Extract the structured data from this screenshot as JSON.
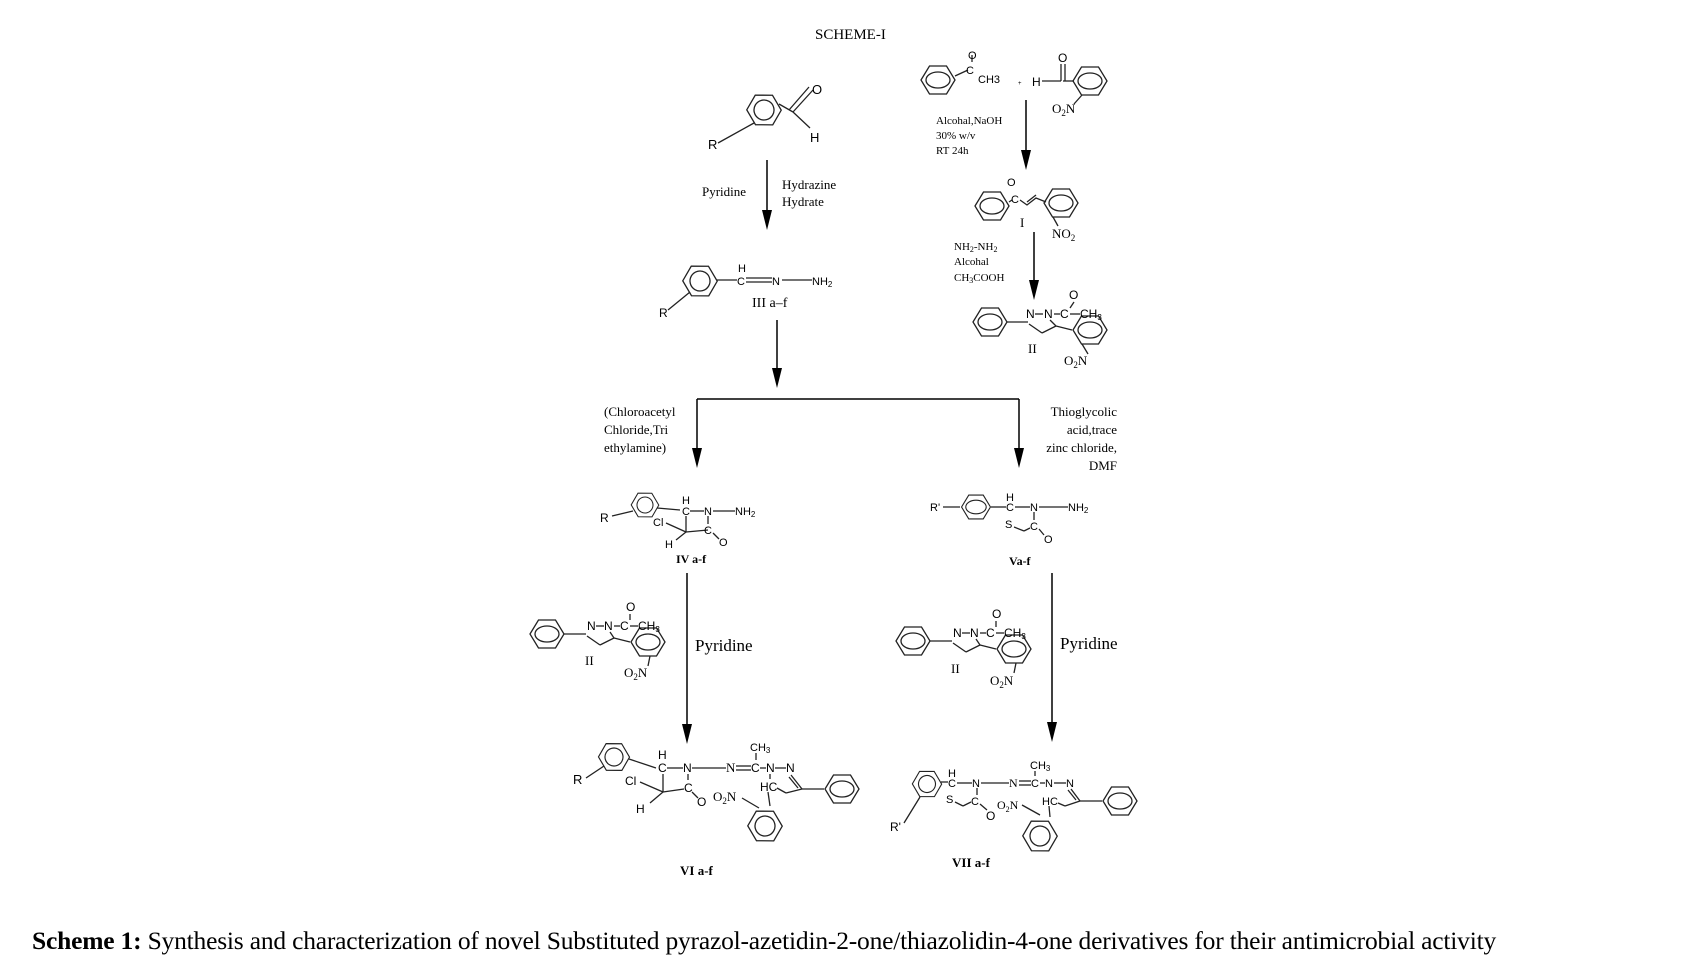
{
  "title": "SCHEME-I",
  "reactants": {
    "aldehyde": {
      "o": "O",
      "h": "H",
      "r": "R"
    },
    "acetophenone": {
      "o": "O",
      "c": "C",
      "ch3": "CH3"
    },
    "plus": "+",
    "nitrobenzaldehyde": {
      "h": "H",
      "o": "O",
      "no2": "O2N"
    }
  },
  "steps": {
    "step1": {
      "left_reagent": "Pyridine",
      "right_reagent_1": "Hydrazine",
      "right_reagent_2": "Hydrate"
    },
    "step_chalcone": {
      "line1": "Alcohal,NaOH",
      "line2": "30% w/v",
      "line3": "RT 24h"
    },
    "step_pyrazoline": {
      "line1": "NH2-NH2",
      "line2": "Alcohal",
      "line3": "CH3COOH"
    },
    "branch_left": {
      "line1": "(Chloroacetyl",
      "line2": "Chloride,Tri",
      "line3": "ethylamine)"
    },
    "branch_right": {
      "line1": "Thioglycolic",
      "line2": "acid,trace",
      "line3": "zinc chloride,",
      "line4": "DMF"
    },
    "step_left_final": {
      "reagent": "Pyridine"
    },
    "step_right_final": {
      "reagent": "Pyridine"
    }
  },
  "compounds": {
    "I": {
      "label": "I",
      "o": "O",
      "c": "C",
      "no2": "NO2"
    },
    "II": {
      "label": "II",
      "n1": "N",
      "n2": "N",
      "c": "C",
      "ch3": "CH3",
      "o": "O",
      "no2": "O2N"
    },
    "III": {
      "label": "III a–f",
      "h": "H",
      "c": "C",
      "n": "N",
      "nh2": "NH2",
      "r": "R"
    },
    "IV": {
      "label": "IV a-f",
      "r": "R",
      "h": "H",
      "c": "C",
      "n": "N",
      "nh2": "NH2",
      "cl": "Cl",
      "h2": "H",
      "c2": "C",
      "o": "O"
    },
    "V": {
      "label": "Va-f",
      "r": "R'",
      "h": "H",
      "c": "C",
      "n": "N",
      "nh2": "NH2",
      "s": "S",
      "c2": "C",
      "o": "O"
    },
    "VI": {
      "label": "VI a-f",
      "r": "R",
      "h": "H",
      "c": "C",
      "n": "N",
      "cl": "Cl",
      "h2": "H",
      "c2": "C",
      "o": "O",
      "n2": "N",
      "c3": "C",
      "ch3": "CH3",
      "n3": "N",
      "n4": "N",
      "hc": "HC",
      "no2": "O2N"
    },
    "VII": {
      "label": "VII a-f",
      "r": "R'",
      "h": "H",
      "c": "C",
      "n": "N",
      "s": "S",
      "c2": "C",
      "o": "O",
      "n2": "N",
      "c3": "C",
      "ch3": "CH3",
      "n3": "N",
      "n4": "N",
      "hc": "HC",
      "no2": "O2N"
    }
  },
  "caption": {
    "label": "Scheme 1:",
    "text": " Synthesis and characterization of novel Substituted pyrazol-azetidin-2-one/thiazolidin-4-one derivatives for their antimicrobial activity"
  }
}
